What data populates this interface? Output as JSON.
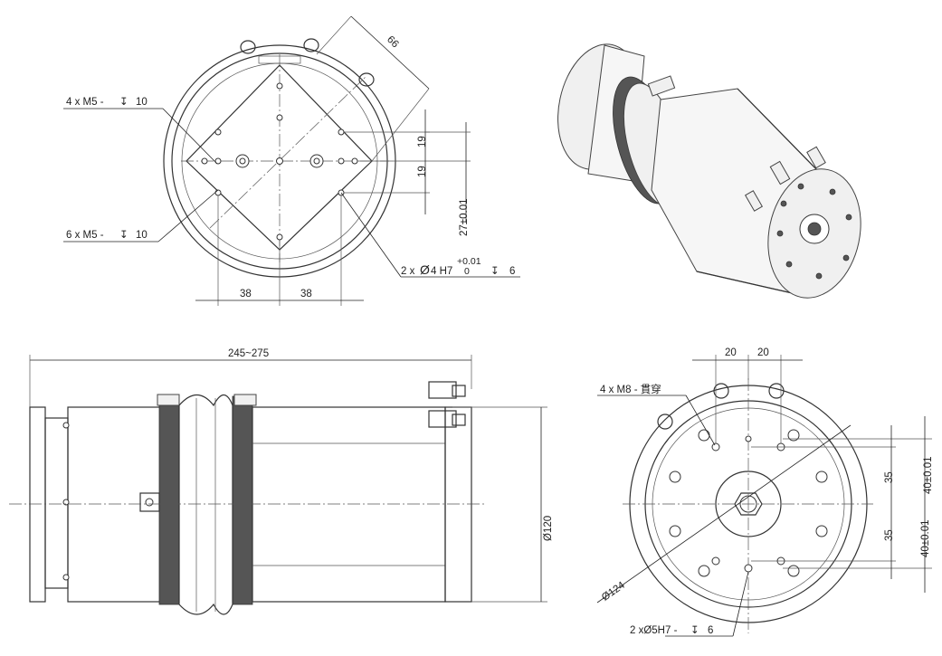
{
  "front_view": {
    "m5_top_callout": "4 x M5 -",
    "m5_top_depth": "10",
    "m5_bottom_callout": "6 x M5 -",
    "m5_bottom_depth": "10",
    "dim_66": "66",
    "dim_19_upper": "19",
    "dim_19_lower": "19",
    "dim_27": "27±0.01",
    "dim_38_left": "38",
    "dim_38_right": "38",
    "pin_callout": "2 x",
    "pin_diameter_symbol": "Ø",
    "pin_size": "4 H7",
    "pin_tol_upper": "+0.01",
    "pin_tol_lower": "0",
    "pin_depth": "6"
  },
  "side_view": {
    "length_dim": "245~275",
    "diameter_dim": "Ø120"
  },
  "rear_view": {
    "dim_20_left": "20",
    "dim_20_right": "20",
    "m8_callout": "4 x M8 - 貫穿",
    "dim_35_upper": "35",
    "dim_35_lower": "35",
    "dim_40_upper": "40±0.01",
    "dim_40_lower": "40±0.01",
    "diameter_dim": "Ø124",
    "pin_callout": "2 xØ5H7 -",
    "pin_depth": "6"
  },
  "symbols": {
    "depth_symbol": "depth-down-arrow-icon",
    "diameter_symbol": "diameter-icon"
  }
}
